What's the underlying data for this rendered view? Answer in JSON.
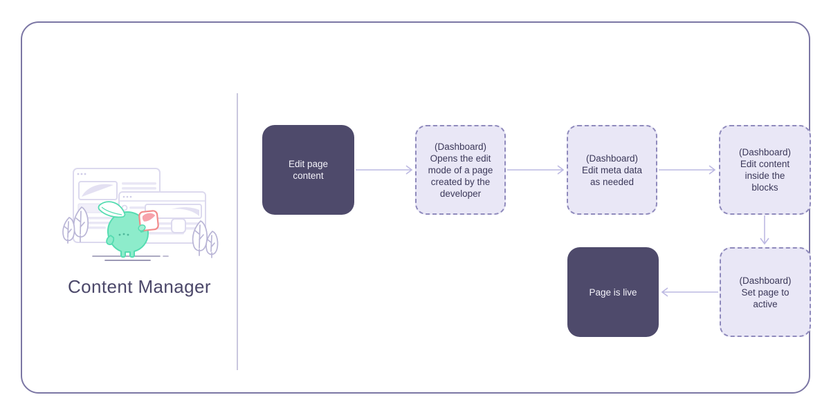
{
  "panel": {
    "title": "Content Manager"
  },
  "flow": {
    "nodes": [
      {
        "id": "edit-page-content",
        "type": "solid",
        "label": "Edit page\ncontent"
      },
      {
        "id": "open-edit-mode",
        "type": "dashed",
        "label": "(Dashboard)\nOpens the edit\nmode of a page\ncreated by the\ndeveloper"
      },
      {
        "id": "edit-meta-data",
        "type": "dashed",
        "label": "(Dashboard)\nEdit meta data\nas needed"
      },
      {
        "id": "edit-content-blocks",
        "type": "dashed",
        "label": "(Dashboard)\nEdit content\ninside the\nblocks"
      },
      {
        "id": "set-page-active",
        "type": "dashed",
        "label": "(Dashboard)\nSet page to\nactive"
      },
      {
        "id": "page-is-live",
        "type": "solid",
        "label": "Page is live"
      }
    ],
    "connections": [
      {
        "from": "edit-page-content",
        "to": "open-edit-mode",
        "direction": "right"
      },
      {
        "from": "open-edit-mode",
        "to": "edit-meta-data",
        "direction": "right"
      },
      {
        "from": "edit-meta-data",
        "to": "edit-content-blocks",
        "direction": "right"
      },
      {
        "from": "edit-content-blocks",
        "to": "set-page-active",
        "direction": "down"
      },
      {
        "from": "set-page-active",
        "to": "page-is-live",
        "direction": "left"
      }
    ]
  },
  "colors": {
    "card_border": "#7b76a4",
    "divider": "#c9c7de",
    "solid_node_bg": "#4e4a6b",
    "solid_node_text": "#f4f3fa",
    "dashed_node_bg": "#e9e7f6",
    "dashed_node_border": "#8f8abc",
    "dashed_node_text": "#3b3859",
    "arrow": "#bcb8e2",
    "title_text": "#4b4769",
    "mascot_green": "#8deccb",
    "mascot_green_stroke": "#55dcb1",
    "card_red": "#f28b8b",
    "window_outline": "#dcd9ee"
  }
}
